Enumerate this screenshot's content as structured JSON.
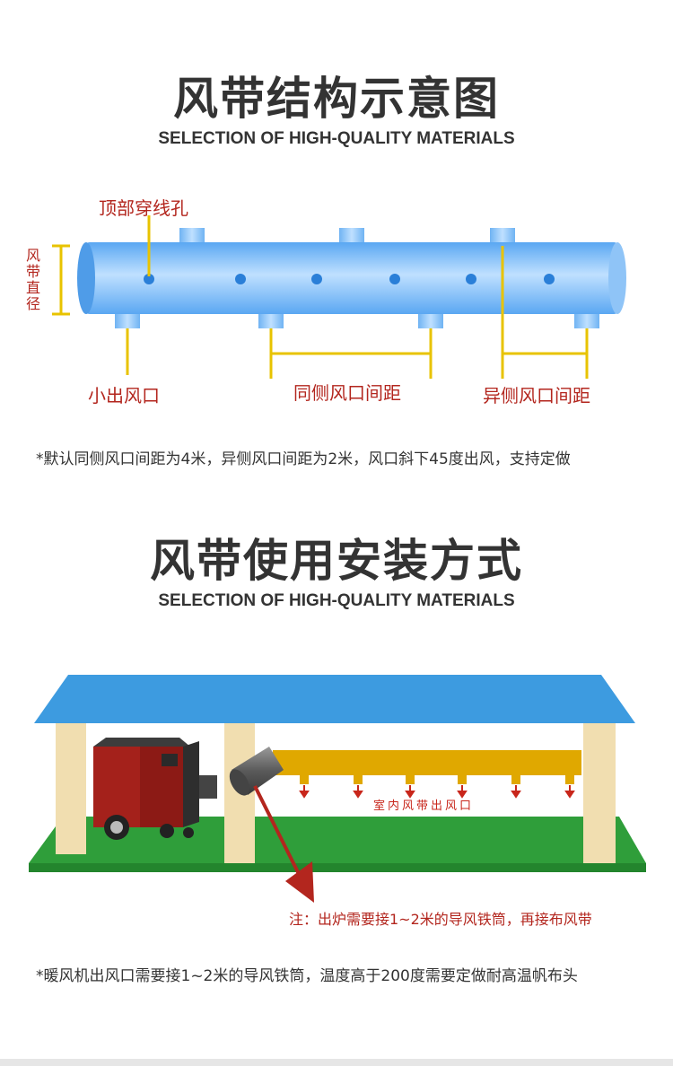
{
  "section1": {
    "title": "风带结构示意图",
    "subtitle": "SELECTION OF HIGH-QUALITY MATERIALS",
    "labels": {
      "top_hole": "顶部穿线孔",
      "diameter": "风带直径",
      "small_outlet": "小出风口",
      "same_side": "同侧风口间距",
      "diff_side": "异侧风口间距"
    },
    "note": "*默认同侧风口间距为4米，异侧风口间距为2米，风口斜下45度出风，支持定做"
  },
  "section2": {
    "title": "风带使用安装方式",
    "subtitle": "SELECTION OF HIGH-QUALITY MATERIALS",
    "indoor_outlet": "室内风带出风口",
    "heater_note": "注：出炉需要接1~2米的导风铁筒，再接布风带",
    "note": "*暖风机出风口需要接1~2米的导风铁筒，温度高于200度需要定做耐高温帆布头"
  },
  "colors": {
    "tube": "#5aa7f2",
    "roof": "#3d9be0",
    "ground": "#2f9e3a",
    "duct": "#e0a800",
    "accent_red": "#b3261e",
    "bracket": "#e8c300"
  }
}
